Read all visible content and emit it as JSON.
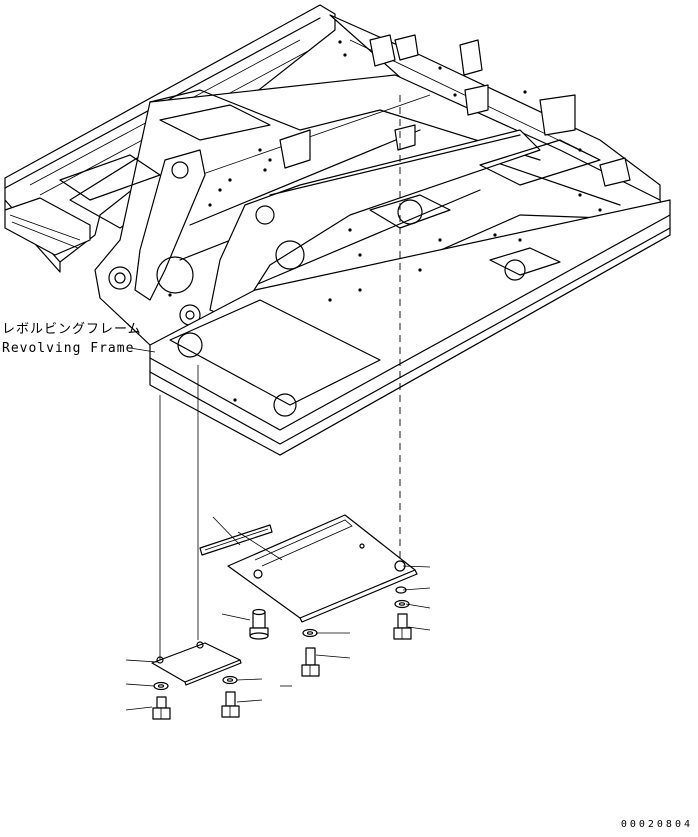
{
  "labels": {
    "part_name_jp": "レボルビングフレーム",
    "part_name_en": "Revolving Frame"
  },
  "drawing_number": "00020804",
  "callouts": {
    "count": 15
  }
}
